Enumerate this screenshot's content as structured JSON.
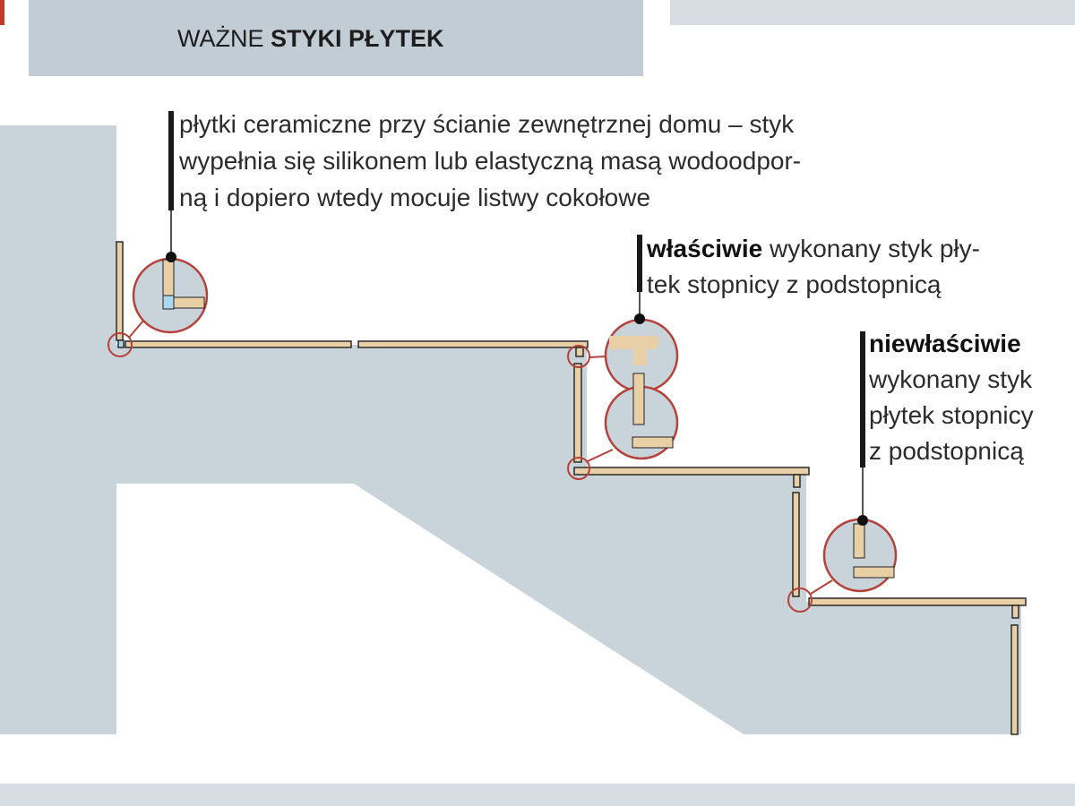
{
  "header": {
    "title_regular": "WAŻNE",
    "title_bold": "STYKI PŁYTEK"
  },
  "callouts": [
    {
      "lines": [
        "płytki ceramiczne przy ścianie zewnętrznej domu – styk",
        "wypełnia się silikonem lub elastyczną masą wodoodpor-",
        "ną i dopiero wtedy mocuje listwy cokołowe"
      ]
    },
    {
      "bold": "właściwie",
      "lines": [
        " wykonany styk pły-",
        "tek stopnicy z podstopnicą"
      ]
    },
    {
      "bold": "niewłaściwie",
      "lines": [
        "wykonany styk",
        "płytek stopnicy",
        "z podstopnicą"
      ]
    }
  ],
  "colors": {
    "wall": "#c9d3da",
    "tile": "#e8cfa6",
    "accent": "#b5413a",
    "sealant": "#a9d8f0"
  }
}
